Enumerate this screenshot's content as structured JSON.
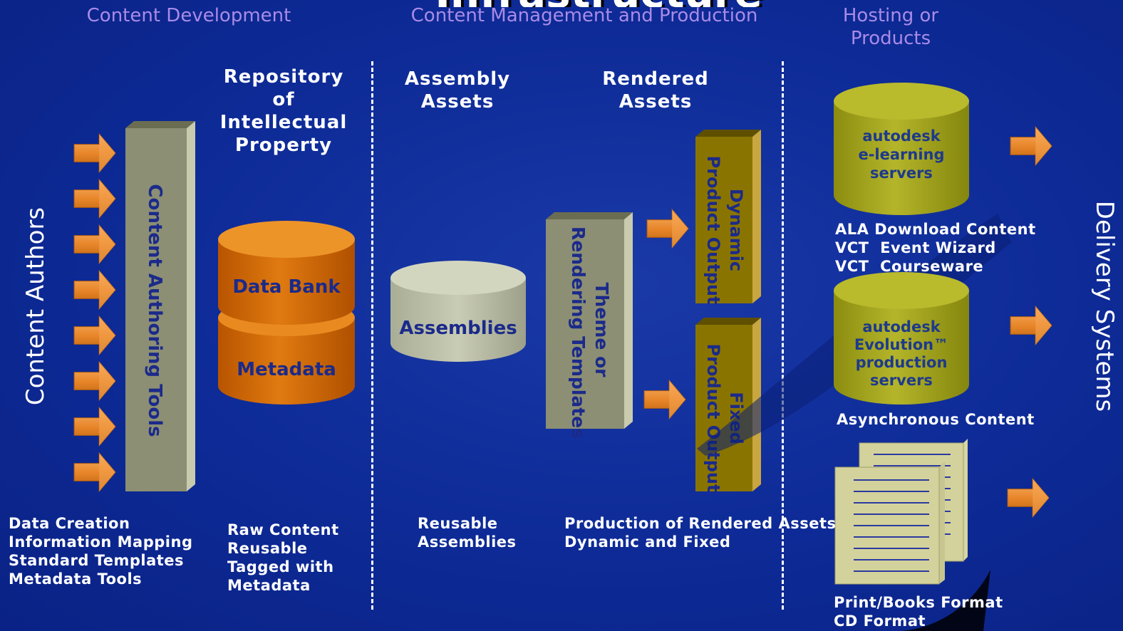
{
  "header": {
    "title": "Infrastructure",
    "sections": {
      "development": "Content Development",
      "management": "Content Management and Production",
      "hosting": "Hosting or\nProducts"
    }
  },
  "columns": {
    "repository": "Repository\nof\nIntellectual\nProperty",
    "assembly": "Assembly\nAssets",
    "rendered": "Rendered\nAssets"
  },
  "side_labels": {
    "content_authors": "Content Authors",
    "delivery_systems": "Delivery Systems"
  },
  "boxes": {
    "authoring_tools": "Content Authoring Tools",
    "theme_templates": "Theme or\nRendering Templates",
    "dynamic_output": "Dynamic\nProduct Output",
    "fixed_output": "Fixed\nProduct Output"
  },
  "cylinders": {
    "data_bank": "Data Bank",
    "metadata": "Metadata",
    "assemblies": "Assemblies",
    "elearning": "autodesk\ne-learning\nservers",
    "evolution": "autodesk\nEvolution™\nproduction\nservers"
  },
  "notes": {
    "development": "Data Creation\nInformation Mapping\nStandard Templates\nMetadata Tools",
    "repository": "Raw Content\nReusable\nTagged with\nMetadata",
    "assembly": "Reusable\nAssemblies",
    "rendered": "Production of Rendered Assets\nDynamic and Fixed",
    "elearning": "ALA Download Content\nVCT  Event Wizard\nVCT  Courseware",
    "evolution": "Asynchronous Content",
    "print": "Print/Books Format\nCD Format"
  },
  "colors": {
    "background": "#0d2a96",
    "section_heading": "#a98be6",
    "arrow": "#e88a2a",
    "gray_box": "#8c8f73",
    "gold_box": "#8a7400",
    "orange_cylinder": "#d96f06",
    "olive_cylinder": "#a7a81c",
    "box_text": "#1b2a8a"
  }
}
